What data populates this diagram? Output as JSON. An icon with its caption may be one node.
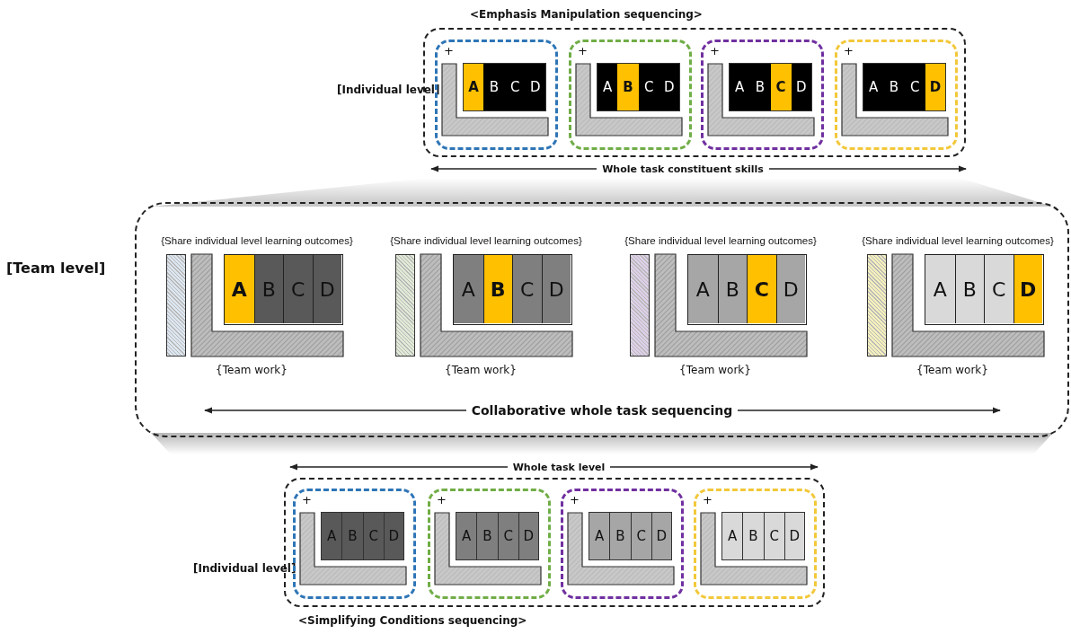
{
  "diagram": {
    "nodes": [
      {
        "text": [
          "<Emphasis Manipulation sequencing>"
        ],
        "beside": [
          "[Individual level]"
        ]
      },
      {
        "text": [
          "+"
        ],
        "in": 0
      },
      {
        "text": [
          "A"
        ],
        "in": 1
      },
      {
        "text": [
          "B"
        ],
        "in": 1
      },
      {
        "text": [
          "C"
        ],
        "in": 1
      },
      {
        "text": [
          "D"
        ],
        "in": 1
      },
      {
        "text": [
          "+"
        ],
        "in": 0
      },
      {
        "text": [
          "A"
        ],
        "in": 6
      },
      {
        "text": [
          "B"
        ],
        "in": 6
      },
      {
        "text": [
          "C"
        ],
        "in": 6
      },
      {
        "text": [
          "D"
        ],
        "in": 6
      },
      {
        "text": [
          "+"
        ],
        "in": 0
      },
      {
        "text": [
          "A"
        ],
        "in": 11
      },
      {
        "text": [
          "B"
        ],
        "in": 11
      },
      {
        "text": [
          "C"
        ],
        "in": 11
      },
      {
        "text": [
          "D"
        ],
        "in": 11
      },
      {
        "text": [
          "+"
        ],
        "in": 0
      },
      {
        "text": [
          "A"
        ],
        "in": 16
      },
      {
        "text": [
          "B"
        ],
        "in": 16
      },
      {
        "text": [
          "C"
        ],
        "in": 16
      },
      {
        "text": [
          "D"
        ],
        "in": 16
      },
      {
        "text": [],
        "shape": "box",
        "beside": [
          "[Team level]"
        ]
      },
      {
        "text": [],
        "shape": "bar",
        "in": 21
      },
      {
        "text": [],
        "shape": "box",
        "in": 21,
        "beside": [
          "{Share individual level learning outcomes}",
          "{Team work}"
        ]
      },
      {
        "text": [
          "A"
        ],
        "in": 23
      },
      {
        "text": [
          "B"
        ],
        "in": 23
      },
      {
        "text": [
          "C"
        ],
        "in": 23
      },
      {
        "text": [
          "D"
        ],
        "in": 23
      },
      {
        "text": [],
        "shape": "bar",
        "in": 21
      },
      {
        "text": [],
        "shape": "box",
        "in": 21,
        "beside": [
          "{Share individual level learning outcomes}",
          "{Team work}"
        ]
      },
      {
        "text": [
          "A"
        ],
        "in": 29
      },
      {
        "text": [
          "B"
        ],
        "in": 29
      },
      {
        "text": [
          "C"
        ],
        "in": 29
      },
      {
        "text": [
          "D"
        ],
        "in": 29
      },
      {
        "text": [],
        "shape": "bar",
        "in": 21
      },
      {
        "text": [],
        "shape": "box",
        "in": 21,
        "beside": [
          "{Share individual level learning outcomes}",
          "{Team work}"
        ]
      },
      {
        "text": [
          "A"
        ],
        "in": 35
      },
      {
        "text": [
          "B"
        ],
        "in": 35
      },
      {
        "text": [
          "C"
        ],
        "in": 35
      },
      {
        "text": [
          "D"
        ],
        "in": 35
      },
      {
        "text": [],
        "shape": "bar",
        "in": 21
      },
      {
        "text": [],
        "shape": "box",
        "in": 21,
        "beside": [
          "{Share individual level learning outcomes}",
          "{Team work}"
        ]
      },
      {
        "text": [
          "A"
        ],
        "in": 41
      },
      {
        "text": [
          "B"
        ],
        "in": 41
      },
      {
        "text": [
          "C"
        ],
        "in": 41
      },
      {
        "text": [
          "D"
        ],
        "in": 41
      },
      {
        "text": [
          "<Simplifying Conditions sequencing>"
        ],
        "beside": [
          "[Individual level]"
        ]
      },
      {
        "text": [
          "+"
        ],
        "in": 46
      },
      {
        "text": [
          "A"
        ],
        "in": 47
      },
      {
        "text": [
          "B"
        ],
        "in": 47
      },
      {
        "text": [
          "C"
        ],
        "in": 47
      },
      {
        "text": [
          "D"
        ],
        "in": 47
      },
      {
        "text": [
          "+"
        ],
        "in": 46
      },
      {
        "text": [
          "A"
        ],
        "in": 52
      },
      {
        "text": [
          "B"
        ],
        "in": 52
      },
      {
        "text": [
          "C"
        ],
        "in": 52
      },
      {
        "text": [
          "D"
        ],
        "in": 52
      },
      {
        "text": [
          "+"
        ],
        "in": 46
      },
      {
        "text": [
          "A"
        ],
        "in": 57
      },
      {
        "text": [
          "B"
        ],
        "in": 57
      },
      {
        "text": [
          "C"
        ],
        "in": 57
      },
      {
        "text": [
          "D"
        ],
        "in": 57
      },
      {
        "text": [
          "+"
        ],
        "in": 46
      },
      {
        "text": [
          "A"
        ],
        "in": 62
      },
      {
        "text": [
          "B"
        ],
        "in": 62
      },
      {
        "text": [
          "C"
        ],
        "in": 62
      },
      {
        "text": [
          "D"
        ],
        "in": 62
      }
    ],
    "edges": [],
    "labels": [
      "Whole task constituent skills",
      "Collaborative whole task sequencing",
      "Whole task level"
    ]
  }
}
